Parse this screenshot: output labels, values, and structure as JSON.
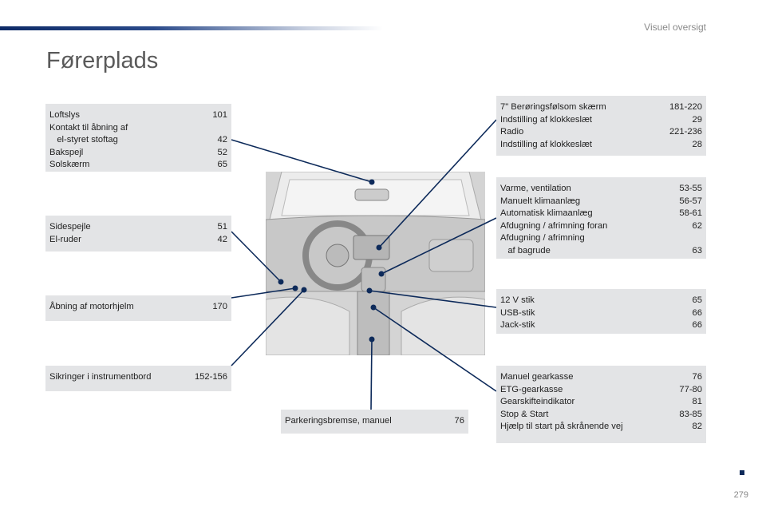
{
  "header": {
    "section": "Visuel oversigt",
    "title": "Førerplads"
  },
  "boxes": {
    "ceiling": [
      {
        "l": "Loftslys",
        "p": "101"
      },
      {
        "l": "Kontakt til åbning af\n   el-styret stoftag",
        "p": "42"
      },
      {
        "l": "Bakspejl",
        "p": "52"
      },
      {
        "l": "Solskærm",
        "p": "65"
      }
    ],
    "mirrors": [
      {
        "l": "Sidespejle",
        "p": "51"
      },
      {
        "l": "El-ruder",
        "p": "42"
      }
    ],
    "bonnet": [
      {
        "l": "Åbning af motorhjelm",
        "p": "170"
      }
    ],
    "fuses": [
      {
        "l": "Sikringer i instrumentbord",
        "p": "152-156"
      }
    ],
    "parking": [
      {
        "l": "Parkeringsbremse, manuel",
        "p": "76"
      }
    ],
    "screen": [
      {
        "l": "7\" Berøringsfølsom skærm",
        "p": "181-220"
      },
      {
        "l": "Indstilling af klokkeslæt",
        "p": "29"
      },
      {
        "l": "Radio",
        "p": "221-236"
      },
      {
        "l": "Indstilling af klokkeslæt",
        "p": "28"
      }
    ],
    "climate": [
      {
        "l": "Varme, ventilation",
        "p": "53-55"
      },
      {
        "l": "Manuelt klimaanlæg",
        "p": "56-57"
      },
      {
        "l": "Automatisk klimaanlæg",
        "p": "58-61"
      },
      {
        "l": "Afdugning / afrimning foran",
        "p": "62"
      },
      {
        "l": "Afdugning / afrimning\n   af bagrude",
        "p": "63"
      }
    ],
    "sockets": [
      {
        "l": "12 V stik",
        "p": "65"
      },
      {
        "l": "USB-stik",
        "p": "66"
      },
      {
        "l": "Jack-stik",
        "p": "66"
      }
    ],
    "gearbox": [
      {
        "l": "Manuel gearkasse",
        "p": "76"
      },
      {
        "l": "ETG-gearkasse",
        "p": "77-80"
      },
      {
        "l": "Gearskifteindikator",
        "p": "81"
      },
      {
        "l": "Stop & Start",
        "p": "83-85"
      },
      {
        "l": "Hjælp til start på skrånende vej",
        "p": "82"
      }
    ]
  },
  "page_number": "279",
  "colors": {
    "accent": "#0d2a5a",
    "box": "#e3e4e6"
  }
}
